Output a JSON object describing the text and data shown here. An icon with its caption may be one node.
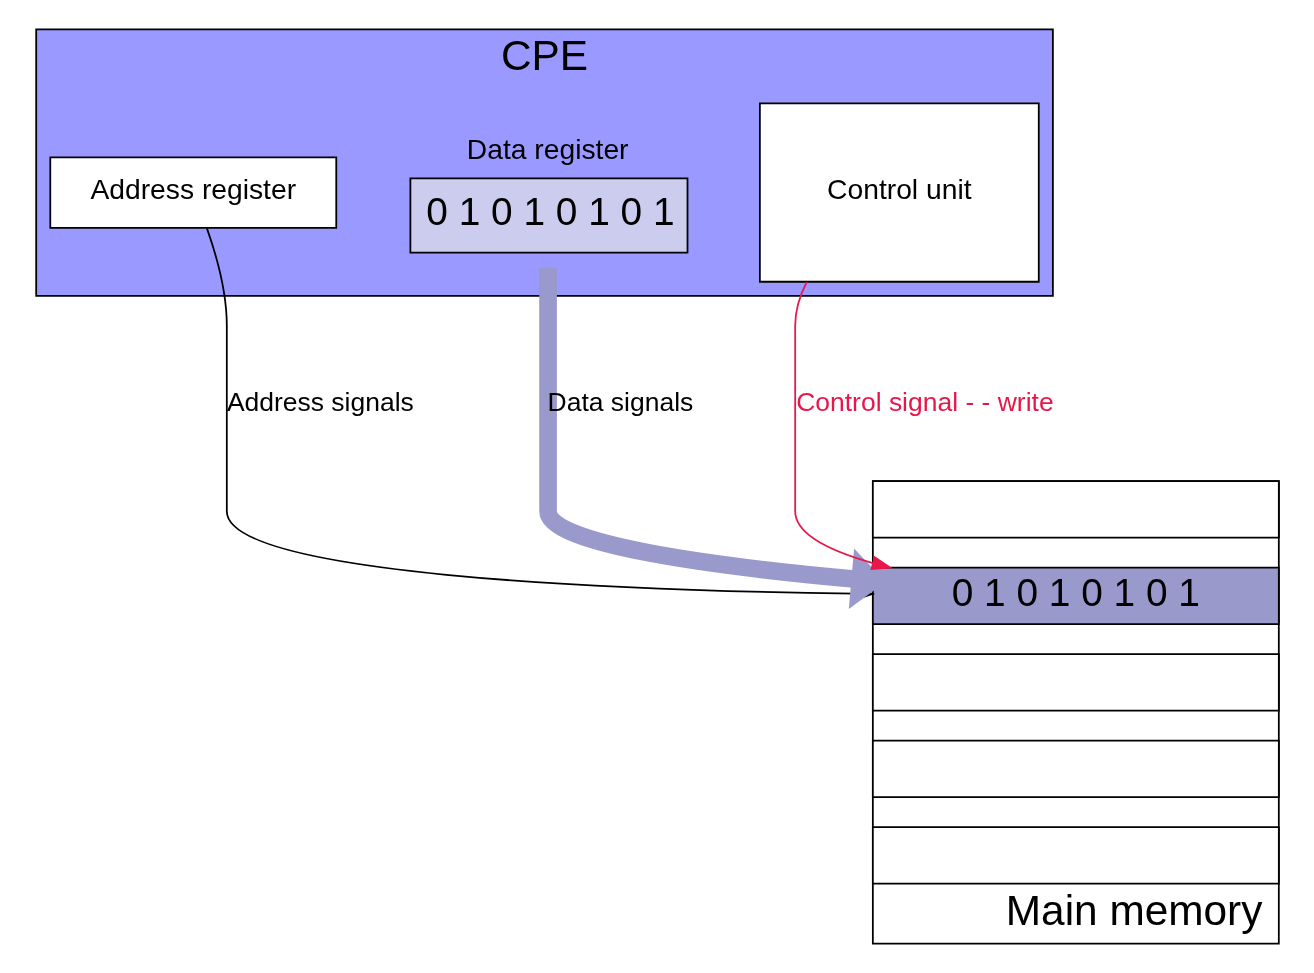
{
  "diagram": {
    "nodes": [
      {
        "text": [
          "CPE"
        ]
      },
      {
        "text": [
          "Address register"
        ],
        "in": 0
      },
      {
        "text": [
          "Data register",
          "0 1 0 1 0 1 0 1"
        ],
        "in": 0
      },
      {
        "text": [
          "Control unit"
        ],
        "in": 0
      },
      {
        "text": [],
        "shape": "box",
        "beside": [
          "Main memory"
        ]
      },
      {
        "text": [],
        "shape": "box",
        "in": 4
      },
      {
        "text": [
          "0 1 0 1 0 1 0 1"
        ],
        "in": 4
      },
      {
        "text": [],
        "shape": "box",
        "in": 4
      },
      {
        "text": [],
        "shape": "box",
        "in": 4
      },
      {
        "text": [],
        "shape": "box",
        "in": 4
      }
    ],
    "edges": [
      {
        "from": 1,
        "to": 6,
        "arrow": "to",
        "label": "Address signals"
      },
      {
        "from": 2,
        "to": 6,
        "arrow": "to",
        "label": "Data signals",
        "style": "thick",
        "color": "#9999cc"
      },
      {
        "from": 3,
        "to": 6,
        "arrow": "to",
        "label": "Control signal - - write",
        "color": "#e8174a"
      }
    ]
  }
}
